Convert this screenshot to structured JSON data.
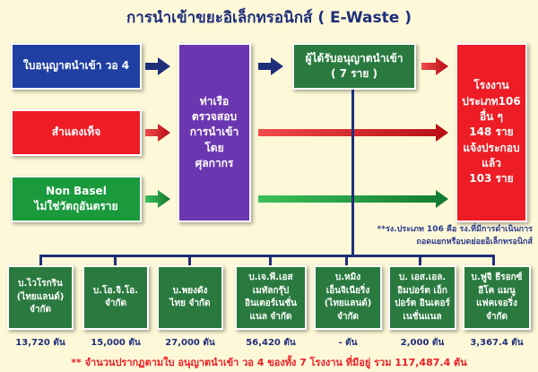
{
  "title": "การนำเข้าขยะอิเล็กทรอนิกส์ ( E-Waste )",
  "sources": [
    {
      "label": "ใบอนุญาตนำเข้า วอ 4",
      "color": "#1f3fa2"
    },
    {
      "label": "สำแดงเท็จ",
      "color": "#ee1c24"
    },
    {
      "label": "Non Basel\nไม่ใช่วัตถุอันตราย",
      "color": "#1a9a3d"
    }
  ],
  "port": {
    "label": "ท่าเรือ\nตรวจสอบ\nการนำเข้า\nโดย\nศุลกากร",
    "color": "#6b37b0"
  },
  "licensee": {
    "label": "ผู้ได้รับอนุญาตนำเข้า\n( 7 ราย )",
    "color": "#2a7a3f"
  },
  "factories": {
    "label": "โรงงาน\nประเภท106\nอื่น ๆ\n148 ราย\nแจ้งประกอบ\nแล้ว\n103 ราย",
    "color": "#ee1c24"
  },
  "note": "**รง.ประเภท 106 คือ รง.ที่มีการดำเนินการ\nถอดแยกหรือบดย่อยอิเล็กทรอนิกส์",
  "importers": [
    {
      "name": "บ.ไวโรกริน\n(ไทยแลนด์)\nจำกัด",
      "amount": "13,720 ตัน"
    },
    {
      "name": "บ.โอ.จิ.โอ.\nจำกัด",
      "amount": "15,000 ตัน"
    },
    {
      "name": "บ.พยงดัง\nไทย จำกัด",
      "amount": "27,000 ตัน"
    },
    {
      "name": "บ.เจ.พี.เอส\nเมทัลกรุ๊ป\nอินเตอร์เนชั่น\nแนล จำกัด",
      "amount": "56,420 ตัน"
    },
    {
      "name": "บ.หมิง\nเอ็นจิเนียริ่ง\n(ไทยแลนด์)\nจำกัด",
      "amount": "- ตัน"
    },
    {
      "name": "บ. เอส.เอล.\nอิมปอร์ต เอ็ก\nปอร์ต อินเตอร์\nเนชั่นแนล",
      "amount": "2,000 ตัน"
    },
    {
      "name": "บ.ฟูจิ ธีรอกซ์\nอีโค แมนู\nแฟคเจอริ่ง\nจำกัด",
      "amount": "3,367.4 ตัน"
    }
  ],
  "footer": "** จำนวนปรากฏตามใบ อนุญาตนำเข้า วอ 4 ของทั้ง 7 โรงงาน ที่มีอยู่ รวม 117,487.4 ตัน"
}
